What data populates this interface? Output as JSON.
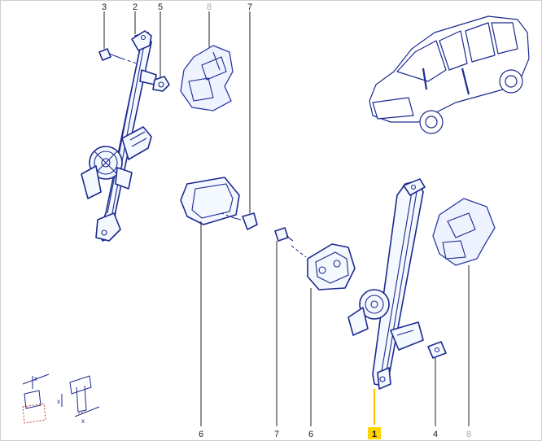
{
  "callouts": {
    "c3": "3",
    "c2": "2",
    "c5": "5",
    "c8_top": "8",
    "c7_top": "7",
    "c6_left": "6",
    "c7_bottom": "7",
    "c6_mid": "6",
    "c1": "1",
    "c4": "4",
    "c8_bottom": "8"
  },
  "legend": {
    "dim_x_1": "x",
    "dim_x_2": "x",
    "dim_x_3": "x"
  },
  "colors": {
    "line": "#1b2a8f",
    "highlight": "#ffd400",
    "inactive_label": "#a9a9a9"
  }
}
